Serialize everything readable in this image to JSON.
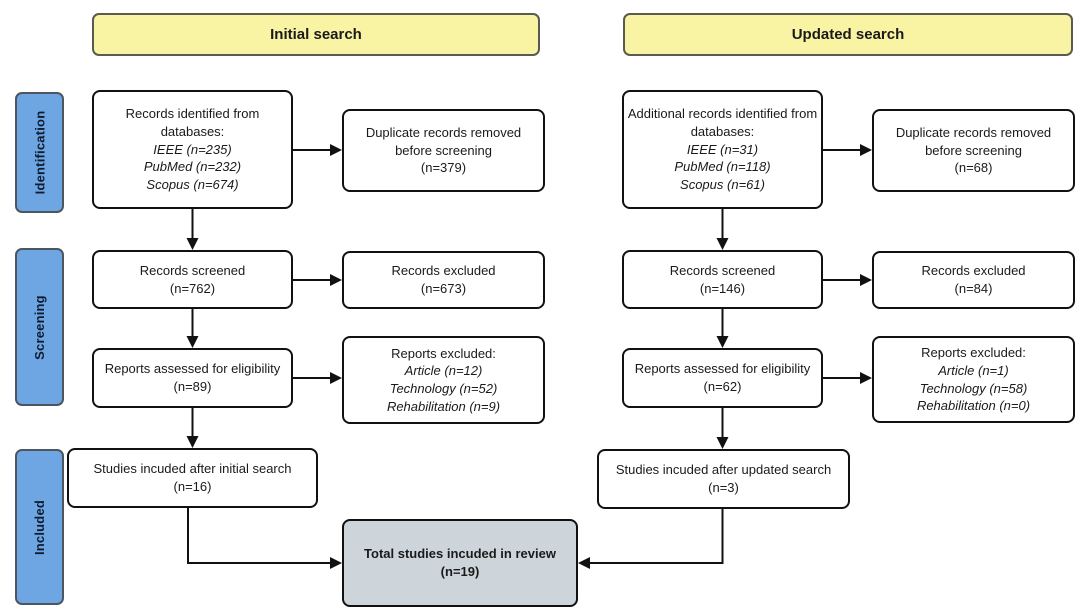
{
  "headers": {
    "initial": "Initial search",
    "updated": "Updated search"
  },
  "stages": {
    "identification": "Identification",
    "screening": "Screening",
    "included": "Included"
  },
  "initial": {
    "identified": {
      "lines": [
        "Records identified from",
        "databases:"
      ],
      "items": [
        "IEEE (n=235)",
        "PubMed (n=232)",
        "Scopus (n=674)"
      ]
    },
    "duplicates_removed": {
      "text": "Duplicate records removed before screening",
      "count": "(n=379)"
    },
    "screened": {
      "text": "Records screened",
      "count": "(n=762)"
    },
    "records_excluded": {
      "text": "Records excluded",
      "count": "(n=673)"
    },
    "assessed": {
      "text": "Reports assessed for eligibility",
      "count": "(n=89)"
    },
    "reports_excluded": {
      "title": "Reports excluded:",
      "items": [
        "Article (n=12)",
        "Technology (n=52)",
        "Rehabilitation (n=9)"
      ]
    },
    "included": {
      "text": "Studies incuded after initial search",
      "count": "(n=16)"
    }
  },
  "updated": {
    "identified": {
      "lines": [
        "Additional records identified from",
        "databases:"
      ],
      "items": [
        "IEEE (n=31)",
        "PubMed (n=118)",
        "Scopus (n=61)"
      ]
    },
    "duplicates_removed": {
      "text": "Duplicate records removed before screening",
      "count": "(n=68)"
    },
    "screened": {
      "text": "Records screened",
      "count": "(n=146)"
    },
    "records_excluded": {
      "text": "Records excluded",
      "count": "(n=84)"
    },
    "assessed": {
      "text": "Reports assessed for eligibility",
      "count": "(n=62)"
    },
    "reports_excluded": {
      "title": "Reports excluded:",
      "items": [
        "Article (n=1)",
        "Technology (n=58)",
        "Rehabilitation (n=0)"
      ]
    },
    "included": {
      "text": "Studies incuded after updated search",
      "count": "(n=3)"
    }
  },
  "total": {
    "text": "Total studies incuded in review",
    "count": "(n=19)"
  },
  "colors": {
    "header_fill": "#F9F3A4",
    "header_border": "#5A5A4E",
    "stage_fill": "#6EA6E4",
    "stage_border": "#4D555E",
    "stage_text": "#0D1C30",
    "box_border": "#111111",
    "total_fill": "#CDD5DB",
    "arrow": "#111111",
    "text": "#1A1A1A"
  }
}
